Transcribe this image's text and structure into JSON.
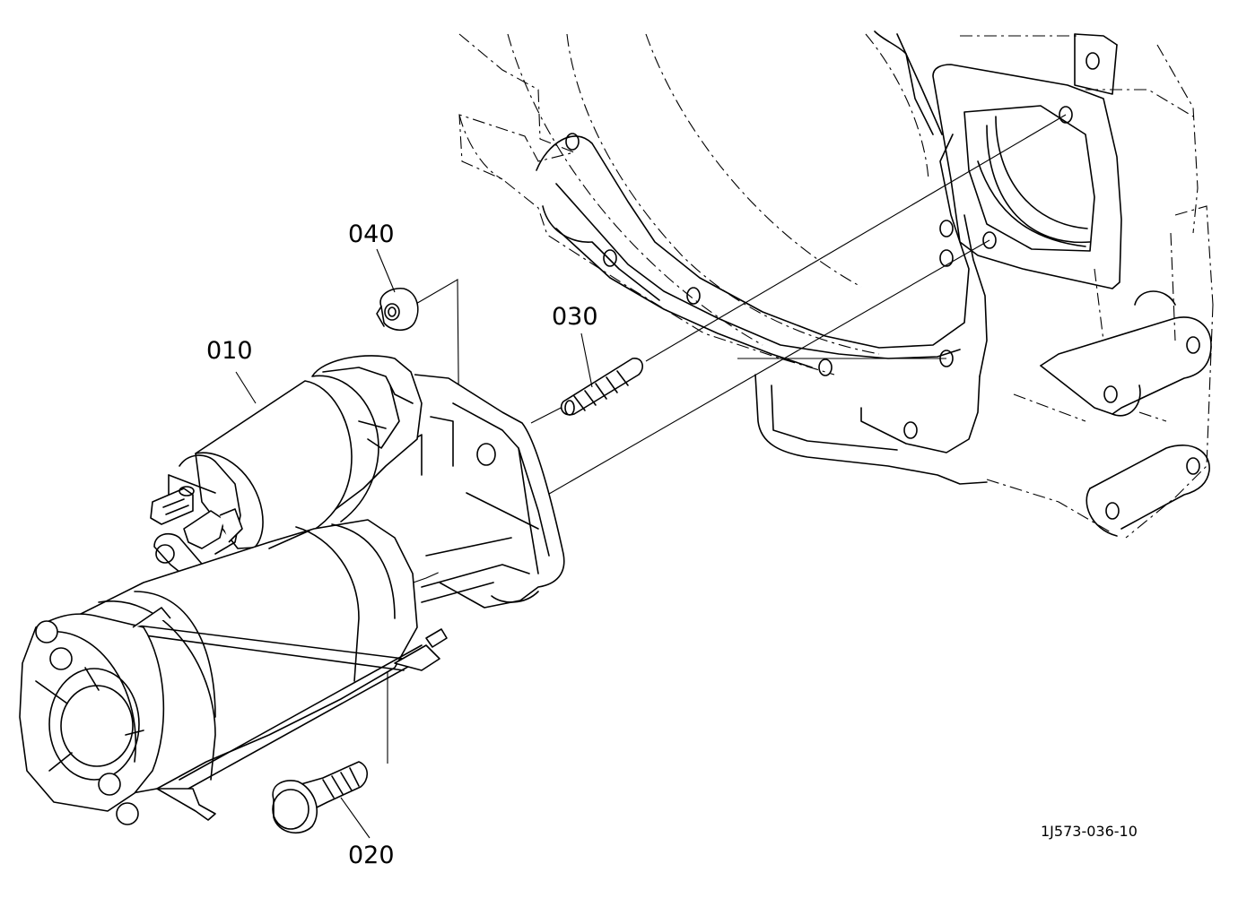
{
  "diagram": {
    "callouts": {
      "starter": "010",
      "bolt": "020",
      "stud": "030",
      "nut": "040"
    },
    "reference_code": "1J573-036-10"
  }
}
